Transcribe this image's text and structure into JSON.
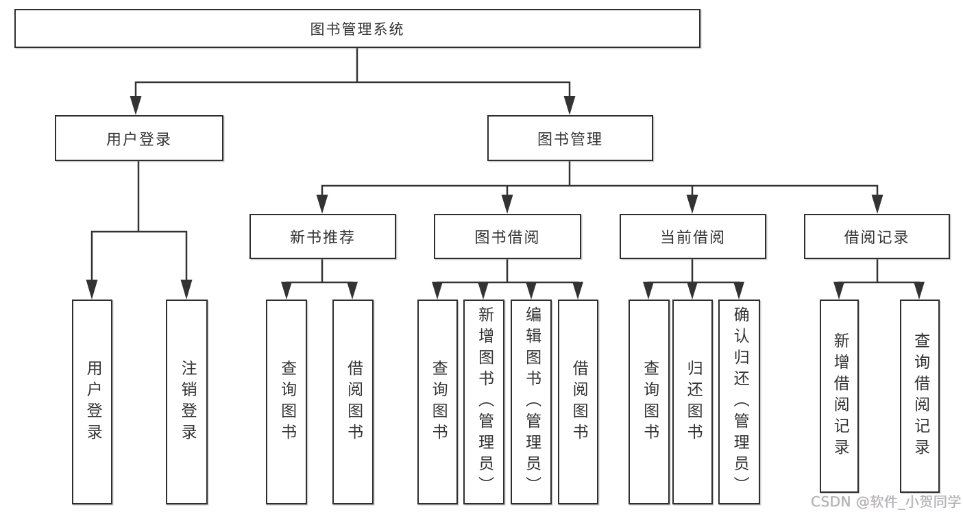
{
  "diagram": {
    "root": {
      "label": "图书管理系统"
    },
    "level2": [
      {
        "label": "用户登录"
      },
      {
        "label": "图书管理"
      }
    ],
    "level3": [
      {
        "label": "新书推荐"
      },
      {
        "label": "图书借阅"
      },
      {
        "label": "当前借阅"
      },
      {
        "label": "借阅记录"
      }
    ],
    "leaves": {
      "user_login": [
        "用户登录",
        "注销登录"
      ],
      "new_book": [
        "查询图书",
        "借阅图书"
      ],
      "book_borrow": [
        "查询图书",
        "新增图书（管理员）",
        "编辑图书（管理员）",
        "借阅图书"
      ],
      "current_borrow": [
        "查询图书",
        "归还图书",
        "确认归还（管理员）"
      ],
      "borrow_records": [
        "新增借阅记录",
        "查询借阅记录"
      ]
    },
    "colors": {
      "line": "#333333",
      "border": "#2e2e2e",
      "text": "#333333",
      "background": "#ffffff",
      "watermark": "#b3b3b3"
    }
  },
  "watermark": {
    "text": "CSDN @软件_小贺同学"
  }
}
